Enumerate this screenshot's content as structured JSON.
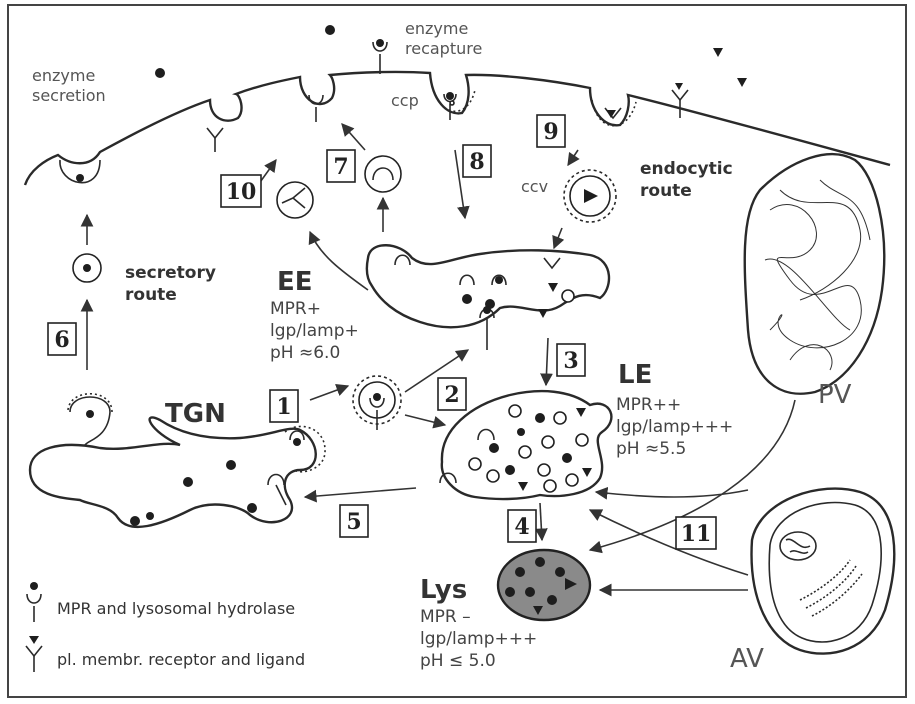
{
  "labels": {
    "enzyme_secretion": [
      "enzyme",
      "secretion"
    ],
    "enzyme_recapture": [
      "enzyme",
      "recapture"
    ],
    "ccp": "ccp",
    "ccv": "ccv",
    "endocytic_route": [
      "endocytic",
      "route"
    ],
    "secretory_route": [
      "secretory",
      "route"
    ],
    "tgn": "TGN",
    "pv": "PV",
    "av": "AV"
  },
  "compartments": {
    "ee": {
      "name": "EE",
      "lines": [
        "MPR+",
        "lgp/lamp+",
        "pH ≈6.0"
      ]
    },
    "le": {
      "name": "LE",
      "lines": [
        "MPR++",
        "lgp/lamp+++",
        "pH ≈5.5"
      ]
    },
    "lys": {
      "name": "Lys",
      "lines": [
        "MPR –",
        "lgp/lamp+++",
        "pH ≤ 5.0"
      ]
    }
  },
  "steps": [
    "1",
    "2",
    "3",
    "4",
    "5",
    "6",
    "7",
    "8",
    "9",
    "10",
    "11"
  ],
  "legend": {
    "mpr": "MPR and lysosomal hydrolase",
    "receptor": "pl. membr. receptor and ligand"
  },
  "colors": {
    "line": "#2a2a2a",
    "le_fill": "#d8d8d8",
    "lys_fill": "#8a8a8a",
    "tgn_fill": "#ececec"
  }
}
